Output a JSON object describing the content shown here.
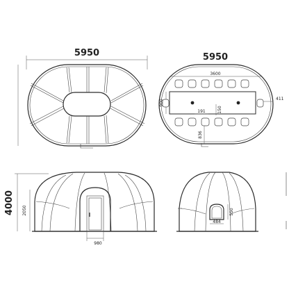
{
  "plan_left": {
    "dim_width": "5950"
  },
  "plan_right": {
    "dim_width": "5950",
    "dim_table_length": "3600",
    "dim_table_width": "900",
    "dim_side": "411",
    "dim_191": "191",
    "dim_150": "150",
    "dim_836": "836"
  },
  "elevation_front": {
    "dim_height": "4000",
    "dim_door_height": "2050",
    "dim_door_width": "980"
  },
  "elevation_side": {
    "dim_window_height": "550",
    "dim_window_width": "484"
  }
}
